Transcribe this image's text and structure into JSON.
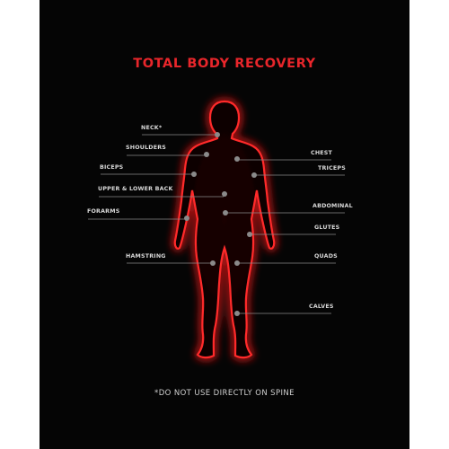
{
  "title": "TOTAL BODY RECOVERY",
  "footnote": "*DO NOT USE DIRECTLY ON SPINE",
  "colors": {
    "accent": "#e8262b",
    "background": "#050505",
    "text": "#d9d9d9",
    "glow": "#ff2a2a"
  },
  "labels": {
    "neck": "NECK*",
    "shoulders": "SHOULDERS",
    "biceps": "BICEPS",
    "upper_lower_back": "UPPER & LOWER BACK",
    "forarms": "FORARMS",
    "hamstring": "HAMSTRING",
    "chest": "CHEST",
    "triceps": "TRICEPS",
    "abdominal": "ABDOMINAL",
    "glutes": "GLUTES",
    "quads": "QUADS",
    "calves": "CALVES"
  }
}
